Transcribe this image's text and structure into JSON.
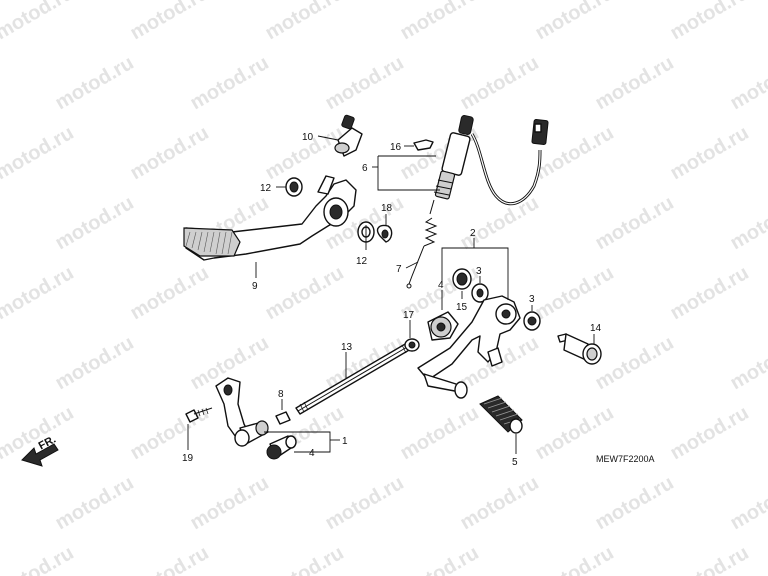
{
  "watermark": "motod.ru",
  "diagram_code": "MEW7F2200A",
  "direction_label": "FR.",
  "callouts": {
    "p1": "1",
    "p2": "2",
    "p3a": "3",
    "p3b": "3",
    "p4a": "4",
    "p4b": "4",
    "p5": "5",
    "p6": "6",
    "p7": "7",
    "p8": "8",
    "p9": "9",
    "p10": "10",
    "p12a": "12",
    "p12b": "12",
    "p13": "13",
    "p14": "14",
    "p15": "15",
    "p16": "16",
    "p17": "17",
    "p18": "18",
    "p19": "19"
  }
}
